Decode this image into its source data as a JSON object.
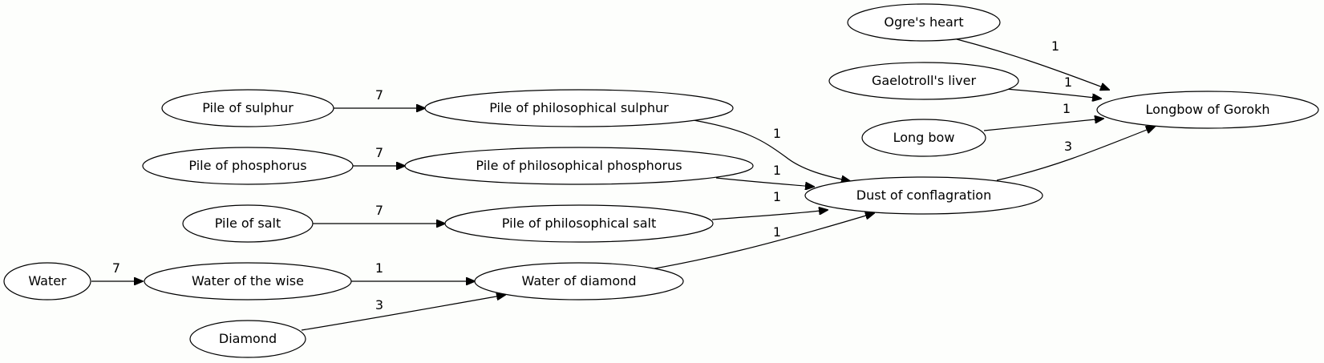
{
  "nodes": {
    "ogres_heart": "Ogre's heart",
    "gaelotroll_liver": "Gaelotroll's liver",
    "long_bow": "Long bow",
    "longbow_gorokh": "Longbow of Gorokh",
    "pile_sulphur": "Pile of sulphur",
    "pile_phil_sulphur": "Pile of philosophical sulphur",
    "pile_phosphorus": "Pile of phosphorus",
    "pile_phil_phosphorus": "Pile of philosophical phosphorus",
    "pile_salt": "Pile of salt",
    "pile_phil_salt": "Pile of philosophical salt",
    "dust_conflagration": "Dust of conflagration",
    "water": "Water",
    "water_wise": "Water of the wise",
    "water_diamond": "Water of diamond",
    "diamond": "Diamond"
  },
  "edges": {
    "ogres_heart_to_longbow": "1",
    "gaelotroll_liver_to_longbow": "1",
    "long_bow_to_longbow": "1",
    "dust_to_longbow": "3",
    "sulphur_to_phil_sulphur": "7",
    "phil_sulphur_to_dust": "1",
    "phosphorus_to_phil_phosphorus": "7",
    "phil_phosphorus_to_dust": "1",
    "salt_to_phil_salt": "7",
    "phil_salt_to_dust": "1",
    "water_diamond_to_dust": "1",
    "water_to_water_wise": "7",
    "water_wise_to_water_diamond": "1",
    "diamond_to_water_diamond": "3"
  }
}
